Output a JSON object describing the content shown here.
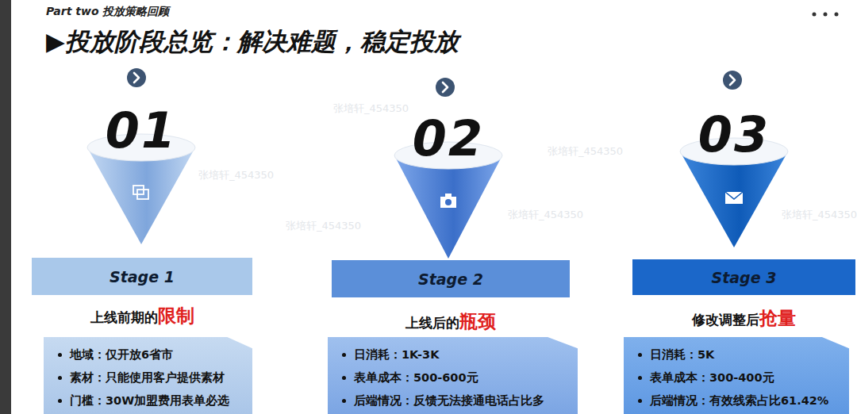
{
  "diagram": {
    "title": "▶投放阶段总览：解决难题，稳定投放",
    "nodes": [
      {
        "text": [
          "01"
        ]
      },
      {
        "text": [
          "Stage 1"
        ]
      },
      {
        "text": [
          "地域：仅开放6省市",
          "素材：只能使用客户提供素材",
          "门槛：30W加盟费用表单必选"
        ]
      },
      {
        "text": [
          "02"
        ]
      },
      {
        "text": [
          "Stage 2"
        ]
      },
      {
        "text": [
          "日消耗：1K-3K",
          "表单成本：500-600元",
          "后端情况：反馈无法接通电话占比多"
        ]
      },
      {
        "text": [
          "03"
        ]
      },
      {
        "text": [
          "Stage 3"
        ]
      },
      {
        "text": [
          "日消耗：5K",
          "表单成本：300-400元",
          "后端情况：有效线索占比61.42%"
        ]
      }
    ],
    "edges": [],
    "labels": [
      "Part two 投放策略回顾",
      "上线前期的",
      "限制",
      "上线后的",
      "瓶颈",
      "修改调整后",
      "抢量",
      "张培轩_454350",
      "张培轩_454350",
      "张培轩_454350",
      "张培轩_454350",
      "张培轩_454350",
      "张培轩_454350"
    ]
  }
}
